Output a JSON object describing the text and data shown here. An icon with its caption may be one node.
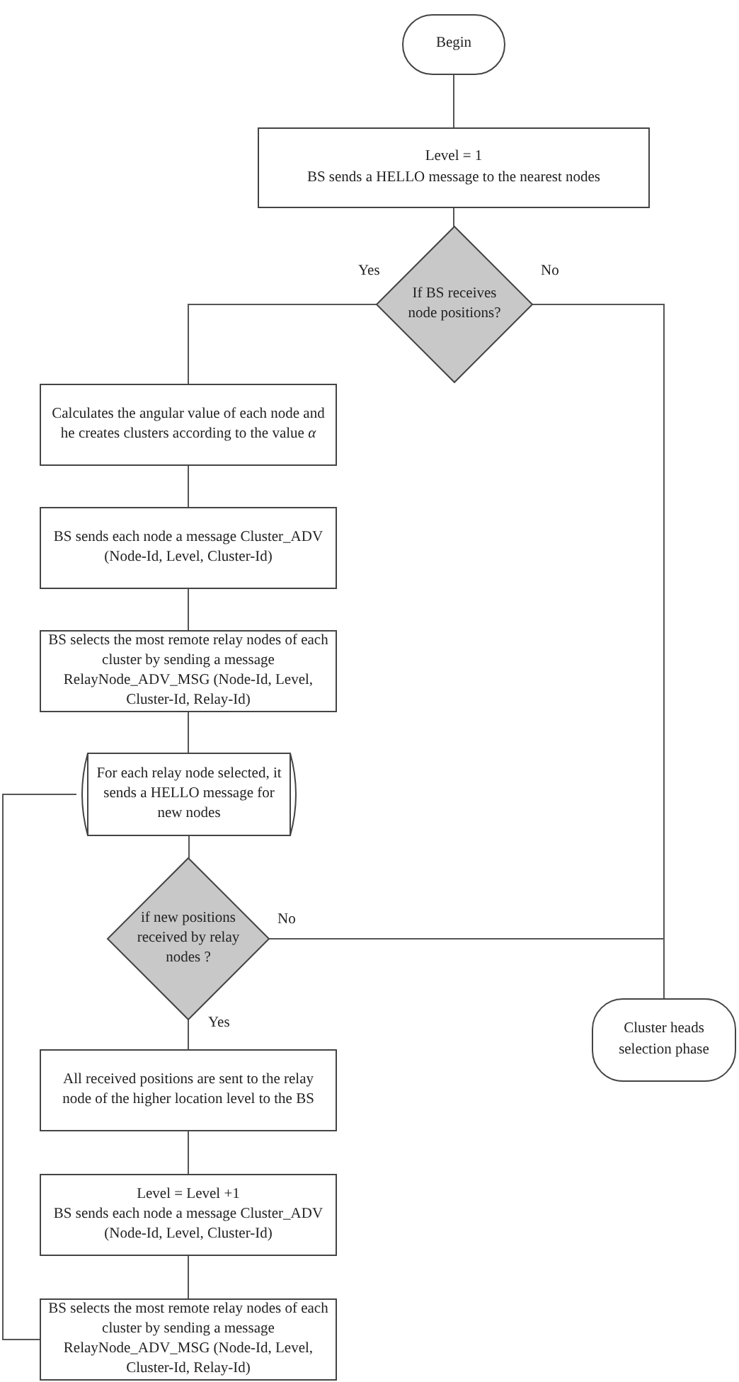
{
  "diagram": {
    "nodes": [
      {
        "text": [
          "Begin"
        ]
      },
      {
        "text": [
          "Level = 1",
          "BS sends a HELLO message to the nearest nodes"
        ]
      },
      {
        "text": [
          "If BS receives node positions?"
        ]
      },
      {
        "text": [
          "Calculates the angular value of each node and he creates clusters according to the value *α*"
        ]
      },
      {
        "text": [
          "BS sends each node a message Cluster_ADV (Node-Id, Level, Cluster-Id)"
        ]
      },
      {
        "text": [
          "BS selects the most remote relay nodes of each cluster by sending a message RelayNode_ADV_MSG (Node-Id, Level, Cluster-Id, Relay-Id)"
        ]
      },
      {
        "text": [
          "For each relay node selected, it sends a HELLO message for new nodes"
        ]
      },
      {
        "text": [
          "if new positions received by relay nodes ?"
        ]
      },
      {
        "text": [
          "All received positions are sent to the relay node of the higher location level to the BS"
        ]
      },
      {
        "text": [
          "Level = Level +1",
          "BS sends each node a message Cluster_ADV (Node-Id, Level, Cluster-Id)"
        ]
      },
      {
        "text": [
          "BS selects the most remote relay nodes of each cluster by sending a message RelayNode_ADV_MSG (Node-Id, Level, Cluster-Id, Relay-Id)"
        ]
      },
      {
        "text": [
          "Cluster heads selection phase"
        ]
      }
    ],
    "edges": [
      {
        "from": 0,
        "to": 1,
        "arrow": "none"
      },
      {
        "from": 1,
        "to": 2,
        "arrow": "none"
      },
      {
        "from": 2,
        "to": 3,
        "arrow": "none",
        "label": "Yes"
      },
      {
        "from": 2,
        "to": 11,
        "arrow": "none",
        "label": "No"
      },
      {
        "from": 3,
        "to": 4,
        "arrow": "none"
      },
      {
        "from": 4,
        "to": 5,
        "arrow": "none"
      },
      {
        "from": 5,
        "to": 6,
        "arrow": "none"
      },
      {
        "from": 6,
        "to": 7,
        "arrow": "none"
      },
      {
        "from": 7,
        "to": 8,
        "arrow": "none",
        "label": "Yes"
      },
      {
        "from": 7,
        "to": 11,
        "arrow": "none",
        "label": "No"
      },
      {
        "from": 8,
        "to": 9,
        "arrow": "none"
      },
      {
        "from": 9,
        "to": 10,
        "arrow": "none"
      },
      {
        "from": 10,
        "to": 6,
        "arrow": "none"
      }
    ]
  }
}
